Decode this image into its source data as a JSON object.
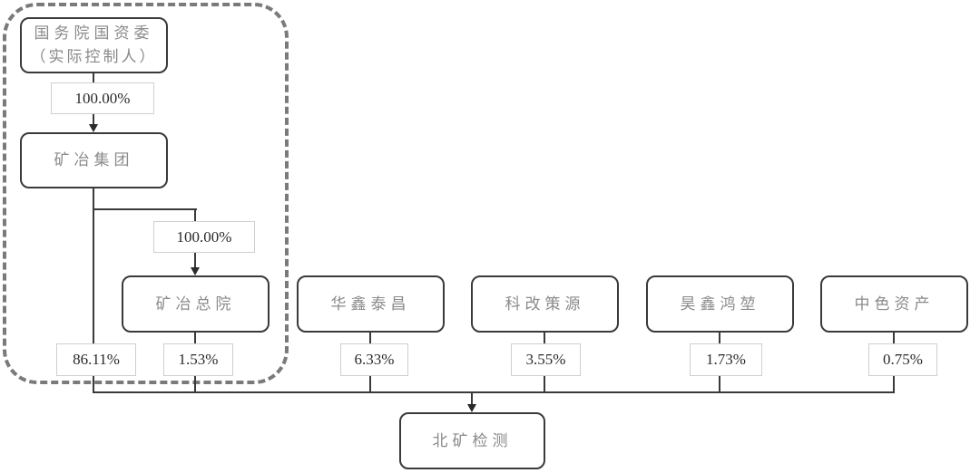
{
  "diagram": {
    "type": "equity-structure",
    "highlight_group": "actual-controller-group",
    "nodes": {
      "sasac": {
        "line1": "国务院国资委",
        "line2": "（实际控制人）"
      },
      "bgrimm_group": {
        "label": "矿冶集团"
      },
      "bgrimm_institute": {
        "label": "矿冶总院"
      },
      "huaxin_taichang": {
        "label": "华鑫泰昌"
      },
      "kegai_ceyuan": {
        "label": "科改策源"
      },
      "haoxin_hongkun": {
        "label": "昊鑫鸿堃"
      },
      "zhongse_assets": {
        "label": "中色资产"
      },
      "target": {
        "label": "北矿检测"
      }
    },
    "edges": {
      "sasac_to_group": "100.00%",
      "group_to_institute": "100.00%",
      "group_to_target": "86.11%",
      "institute_to_target": "1.53%",
      "huaxin_to_target": "6.33%",
      "kegai_to_target": "3.55%",
      "haoxin_to_target": "1.73%",
      "zhongse_to_target": "0.75%"
    }
  }
}
